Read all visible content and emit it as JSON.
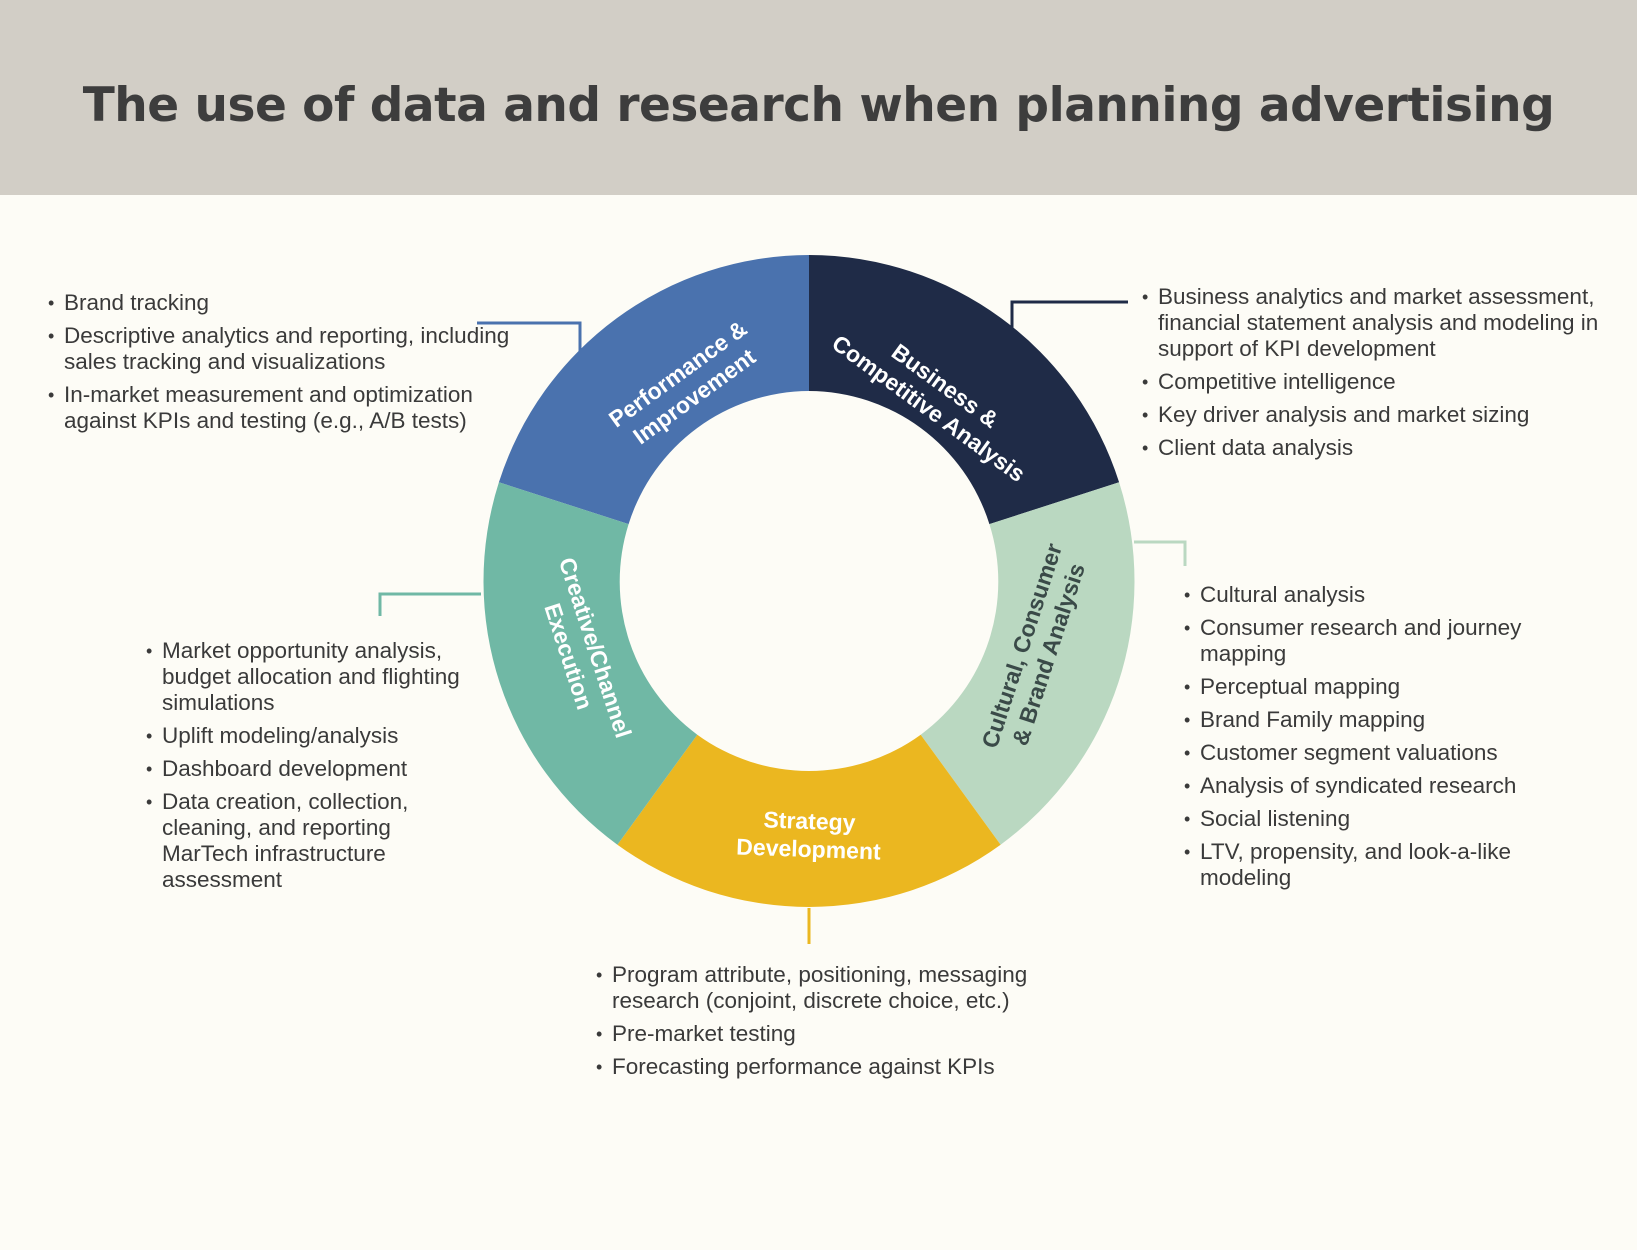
{
  "title": "The use of data and research when planning advertising",
  "colors": {
    "header_bg": "#d2cec6",
    "page_bg": "#fdfcf6",
    "performance": "#4a72ae",
    "business": "#1f2b47",
    "cultural": "#bad8c1",
    "strategy": "#ebb720",
    "creative": "#70b8a5"
  },
  "segments": {
    "performance": {
      "label": [
        "Performance &",
        "Improvement"
      ],
      "bullets": [
        "Brand tracking",
        "Descriptive analytics and reporting, including sales tracking and visualizations",
        "In-market measurement and optimization against KPIs and testing (e.g., A/B tests)"
      ]
    },
    "business": {
      "label": [
        "Business &",
        "Competitive Analysis"
      ],
      "bullets": [
        "Business analytics and market assessment, financial statement analysis and modeling in support of KPI development",
        "Competitive intelligence",
        "Key driver analysis and market sizing",
        "Client data analysis"
      ]
    },
    "cultural": {
      "label": [
        "Cultural, Consumer",
        "& Brand Analysis"
      ],
      "bullets": [
        "Cultural analysis",
        "Consumer research and journey mapping",
        "Perceptual mapping",
        "Brand Family mapping",
        "Customer segment valuations",
        "Analysis of syndicated research",
        "Social listening",
        "LTV, propensity, and look-a-like modeling"
      ]
    },
    "strategy": {
      "label": [
        "Strategy",
        "Development"
      ],
      "bullets": [
        "Program attribute, positioning, messaging research (conjoint, discrete choice, etc.)",
        "Pre-market testing",
        "Forecasting performance against KPIs"
      ]
    },
    "creative": {
      "label": [
        "Creative/Channel",
        "Execution"
      ],
      "bullets": [
        "Market opportunity analysis, budget allocation and flighting simulations",
        "Uplift modeling/analysis",
        "Dashboard development",
        "Data creation, collection, cleaning, and reporting MarTech infrastructure assessment"
      ]
    }
  }
}
